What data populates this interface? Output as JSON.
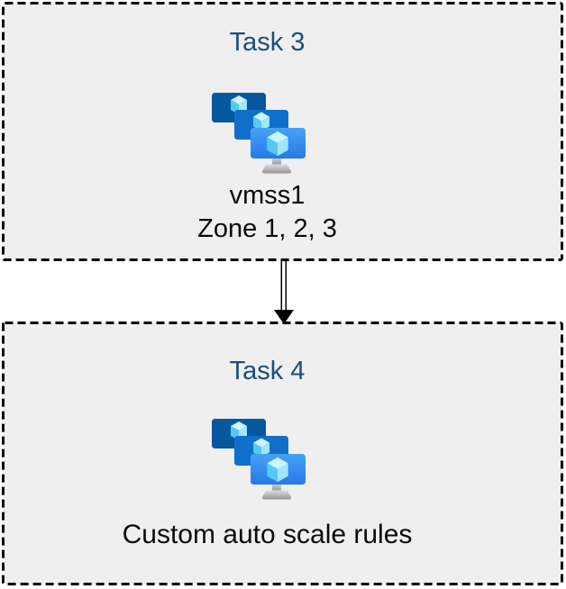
{
  "colors": {
    "page_bg": "#ffffff",
    "box_fill": "#efefef",
    "box_border": "#000000",
    "title": "#1c4d78",
    "body_text": "#0a0a0a",
    "arrow": "#000000",
    "icon": {
      "screen_back": "#05589e",
      "screen_middle": "#1070c9",
      "screen_front_top": "#47a2f5",
      "screen_front_bottom": "#2679e9",
      "cube_top": "#cdf4ff",
      "cube_left": "#55c9f2",
      "cube_right": "#a0e7fc",
      "stand_light": "#dcdcdc",
      "stand_dark": "#969696"
    }
  },
  "diagram": {
    "tasks": [
      {
        "title": "Task 3",
        "icon": "vm-scale-sets-icon",
        "lines": [
          "vmss1",
          "Zone 1, 2, 3"
        ]
      },
      {
        "title": "Task 4",
        "icon": "vm-scale-sets-icon",
        "lines": [
          "Custom auto scale rules"
        ]
      }
    ],
    "connector": {
      "style": "double-line",
      "direction": "down"
    }
  }
}
